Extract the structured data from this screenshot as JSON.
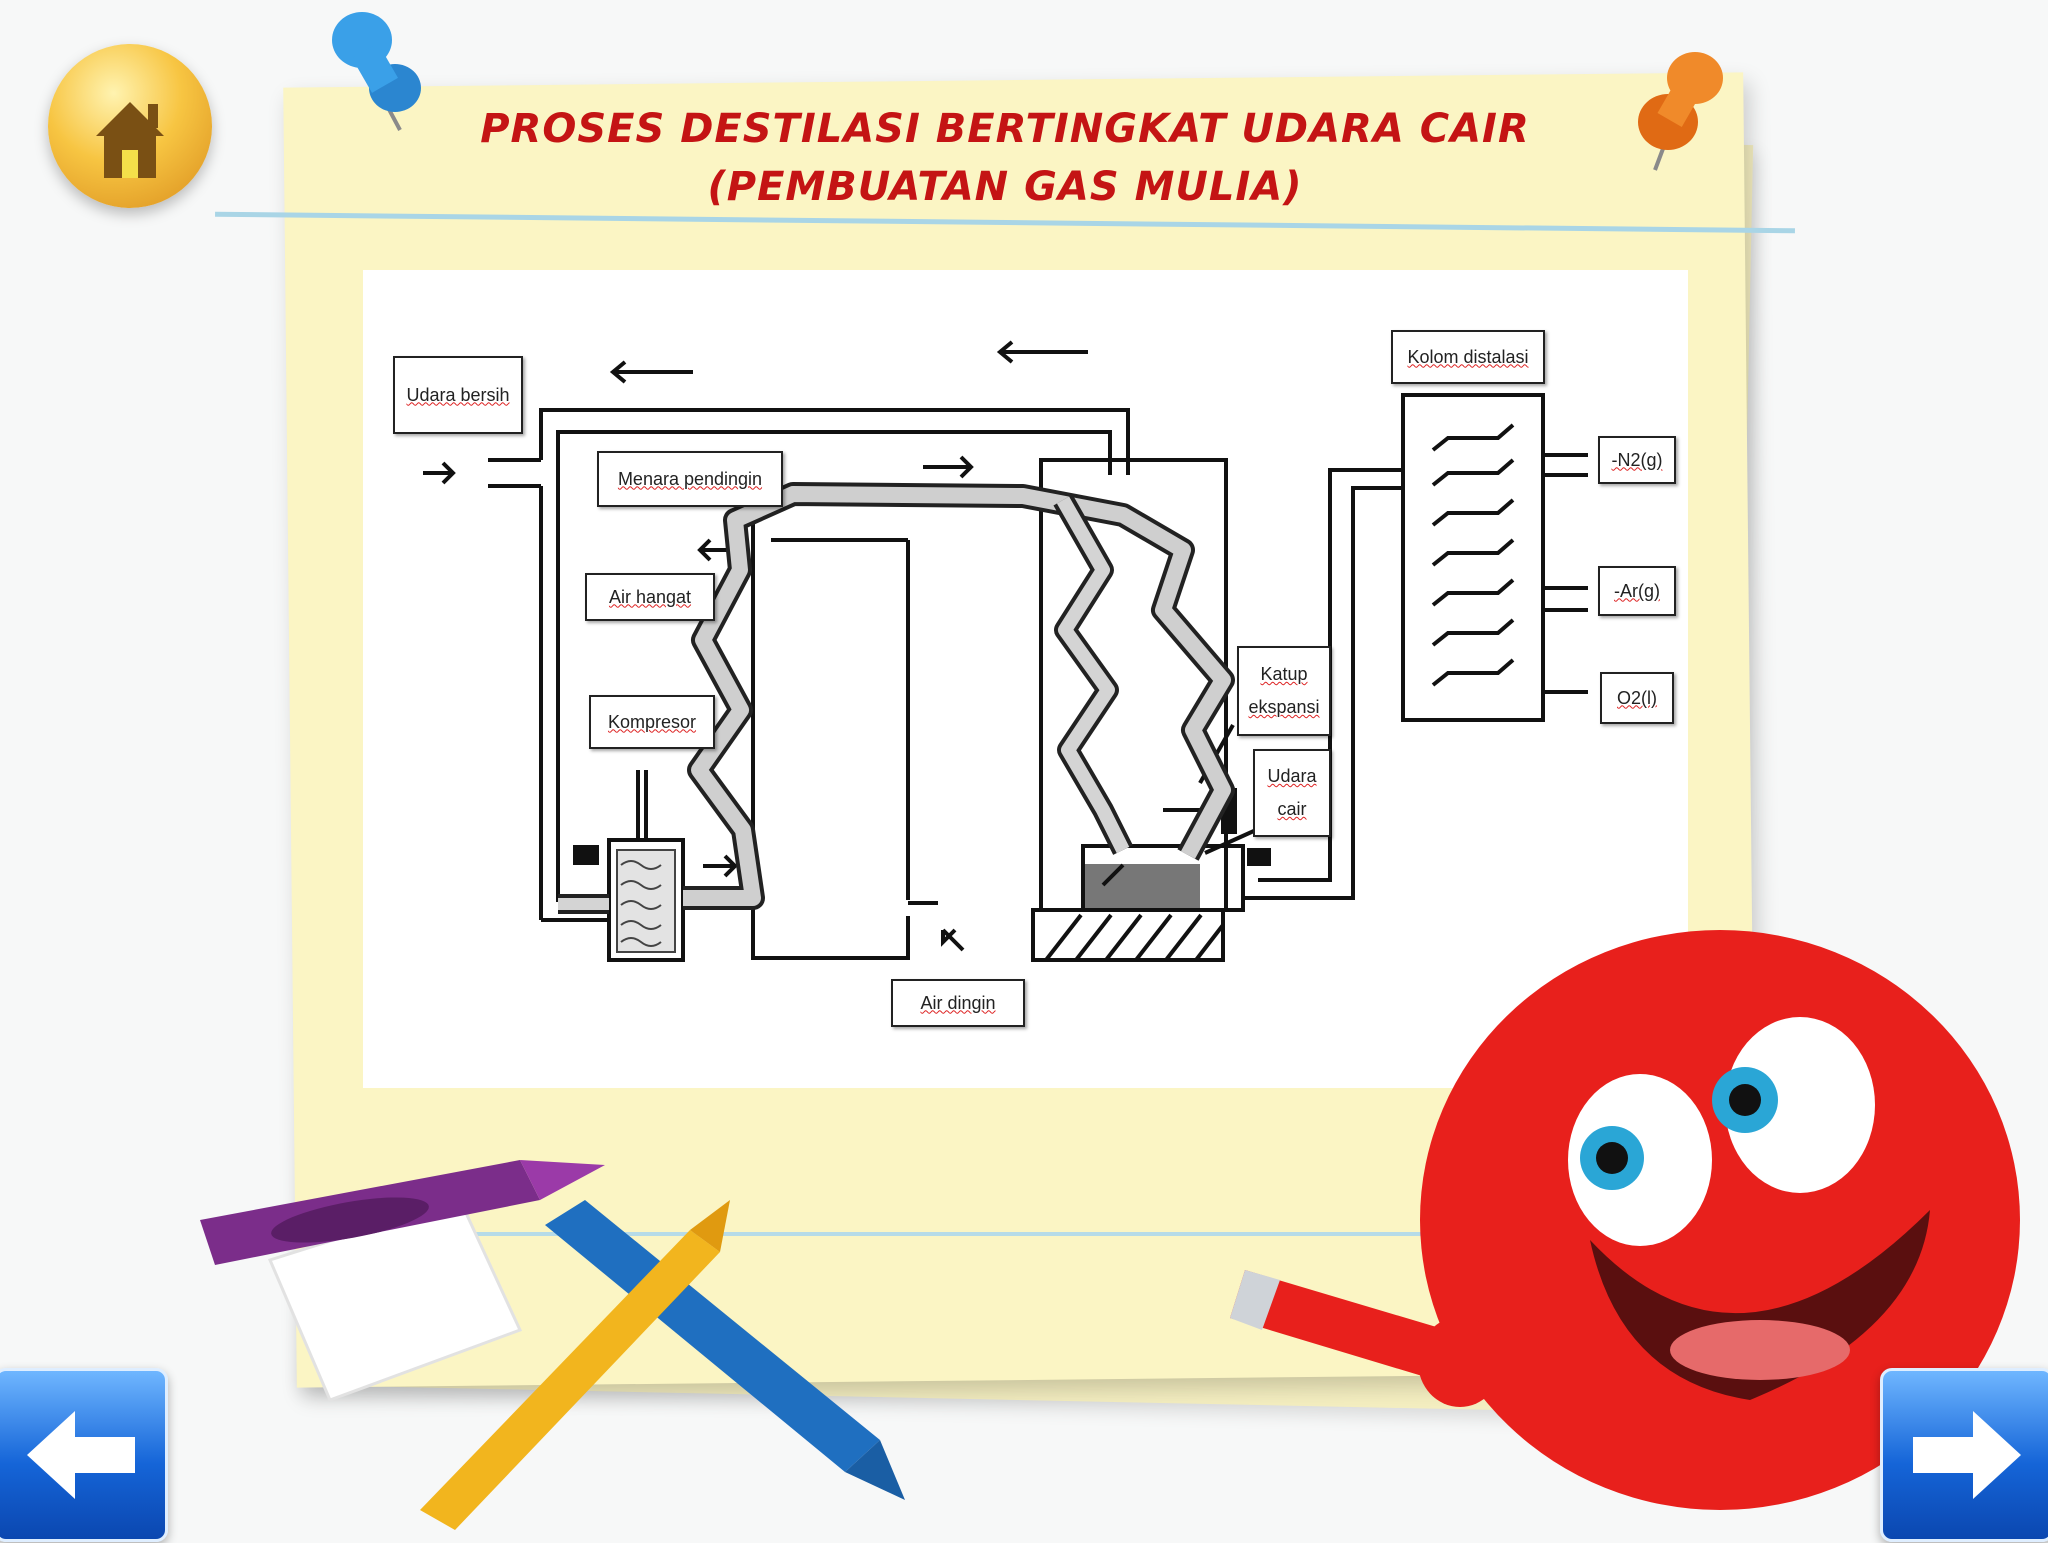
{
  "title": {
    "line1": "PROSES DESTILASI BERTINGKAT UDARA CAIR",
    "line2": "(PEMBUATAN GAS MULIA)"
  },
  "diagram": {
    "labels": {
      "udara_bersih": "Udara bersih",
      "menara_pendingin": "Menara pendingin",
      "air_hangat": "Air hangat",
      "kompresor": "Kompresor",
      "air_dingin": "Air dingin",
      "kolom_distalasi": "Kolom distalasi",
      "n2": "-N2(g)",
      "ar": "-Ar(g)",
      "o2": "O2(l)",
      "katup_ekspansi": "Katup ekspansi",
      "udara_cair": "Udara cair"
    }
  },
  "icons": {
    "home": "home-icon",
    "prev": "arrow-left-icon",
    "next": "arrow-right-icon"
  },
  "colors": {
    "title": "#c41414",
    "paper": "#fbf5c4",
    "nav_button": "#1565d8",
    "home_button": "#f7c542"
  }
}
